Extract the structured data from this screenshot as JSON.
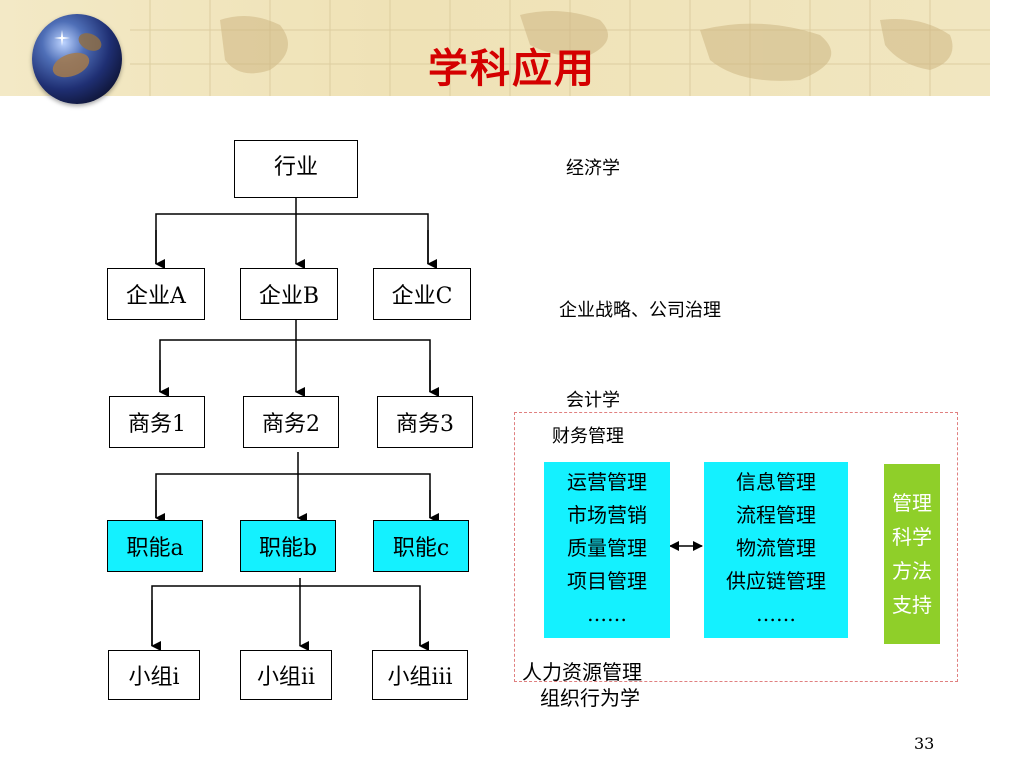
{
  "title": "学科应用",
  "page_number": "33",
  "hierarchy": {
    "root": "行业",
    "level1": [
      "企业A",
      "企业B",
      "企业C"
    ],
    "level2": [
      "商务1",
      "商务2",
      "商务3"
    ],
    "level3": [
      "职能a",
      "职能b",
      "职能c"
    ],
    "level4": [
      "小组i",
      "小组ii",
      "小组iii"
    ]
  },
  "discipline_labels": {
    "economics": "经济学",
    "strategy": "企业战略、公司治理",
    "accounting": "会计学",
    "finance": "财务管理",
    "hr": "人力资源管理",
    "ob": "组织行为学"
  },
  "function_block_left": [
    "运营管理",
    "市场营销",
    "质量管理",
    "项目管理",
    "……"
  ],
  "function_block_right": [
    "信息管理",
    "流程管理",
    "物流管理",
    "供应链管理",
    "……"
  ],
  "method_block": [
    "管理",
    "科学",
    "方法",
    "支持"
  ],
  "colors": {
    "title_red": "#d40000",
    "function_cyan": "#14f1ff",
    "method_green": "#8fcf29"
  }
}
